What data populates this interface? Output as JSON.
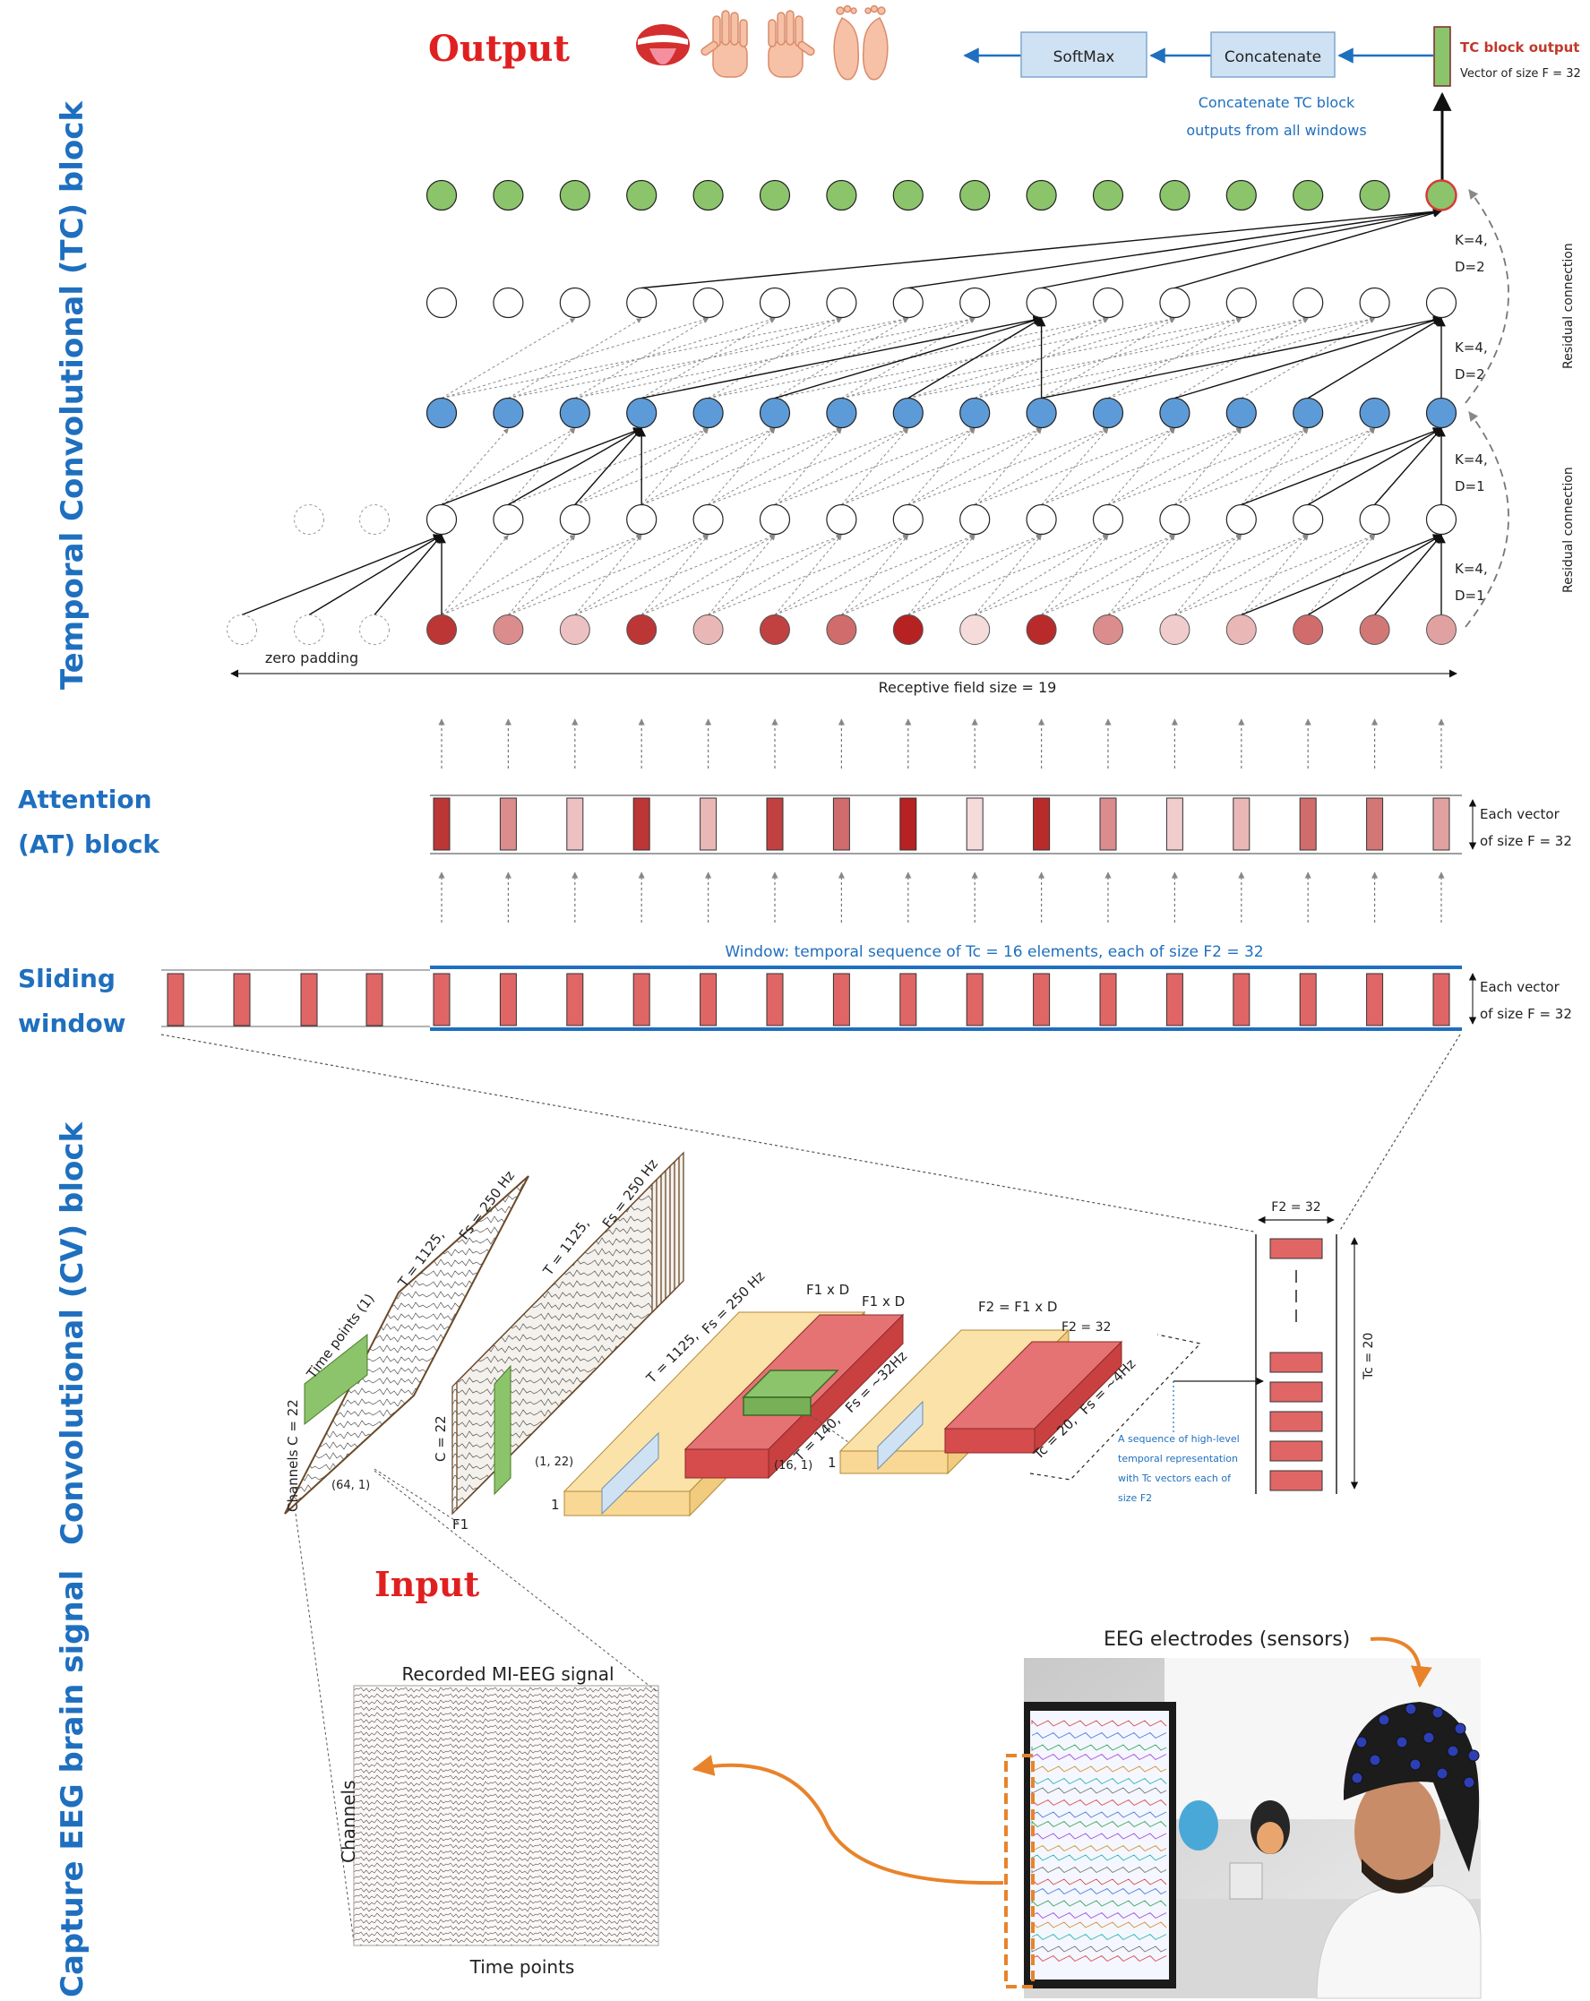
{
  "sections": {
    "tc": "Temporal Convolutional (TC) block",
    "at_line1": "Attention",
    "at_line2": "(AT) block",
    "sw_line1": "Sliding",
    "sw_line2": "window",
    "cv": "Convolutional (CV) block",
    "capture": "Capture EEG brain signal"
  },
  "output": {
    "title": "Output",
    "softmax": "SoftMax",
    "concatenate": "Concatenate",
    "tc_output_title": "TC block output",
    "tc_output_sub": "Vector of size F = 32",
    "concat_note_1": "Concatenate TC block",
    "concat_note_2": "outputs from all windows"
  },
  "tc_block": {
    "kd_labels": [
      {
        "k": "K=4,",
        "d": "D=2"
      },
      {
        "k": "K=4,",
        "d": "D=2"
      },
      {
        "k": "K=4,",
        "d": "D=1"
      },
      {
        "k": "K=4,",
        "d": "D=1"
      }
    ],
    "residual": "Residual connection",
    "zero_padding": "zero padding",
    "receptive_field": "Receptive field size = 19",
    "input_intensities": [
      0.85,
      0.45,
      0.2,
      0.85,
      0.25,
      0.8,
      0.6,
      0.95,
      0.08,
      0.9,
      0.45,
      0.15,
      0.25,
      0.6,
      0.55,
      0.35
    ]
  },
  "attention": {
    "note_1": "Each vector",
    "note_2": "of size F = 32"
  },
  "sliding": {
    "window_label": "Window: temporal sequence of Tc = 16 elements, each of size F2 = 32",
    "note_1": "Each vector",
    "note_2": "of size F = 32"
  },
  "cv_block": {
    "f2_top": "F2 = 32",
    "tc_side": "Tc = 20",
    "seq_note": [
      "A sequence of high-level",
      "temporal representation",
      "with Tc vectors each of",
      "size F2"
    ],
    "time_points": "Time points (1)",
    "channels": "Channels C = 22",
    "c22": "C = 22",
    "t1125": "T = 1125,",
    "fs250": "Fs = 250 Hz",
    "f1xd": "F1 x D",
    "f2eq": "F2 = F1 x D",
    "f2_32": "F2 = 32",
    "t140": "T = 140,",
    "fs32": "Fs = ~32Hz",
    "tc20": "Tc = 20,",
    "fs4": "Fs = ~4Hz",
    "k64": "(64, 1)",
    "k122": "(1, 22)",
    "k161": "(16, 1)",
    "f1": "F1",
    "one": "1"
  },
  "input": {
    "title": "Input",
    "recorded": "Recorded MI-EEG signal",
    "channels": "Channels",
    "time_points": "Time points",
    "electrodes": "EEG electrodes (sensors)"
  },
  "colors": {
    "section_blue": "#1f6fbf",
    "output_red": "#e02020",
    "node_green": "#8cc46b",
    "node_blue": "#5d9bd8",
    "box_blue": "#cfe2f3",
    "arrow_orange": "#e8832a"
  }
}
